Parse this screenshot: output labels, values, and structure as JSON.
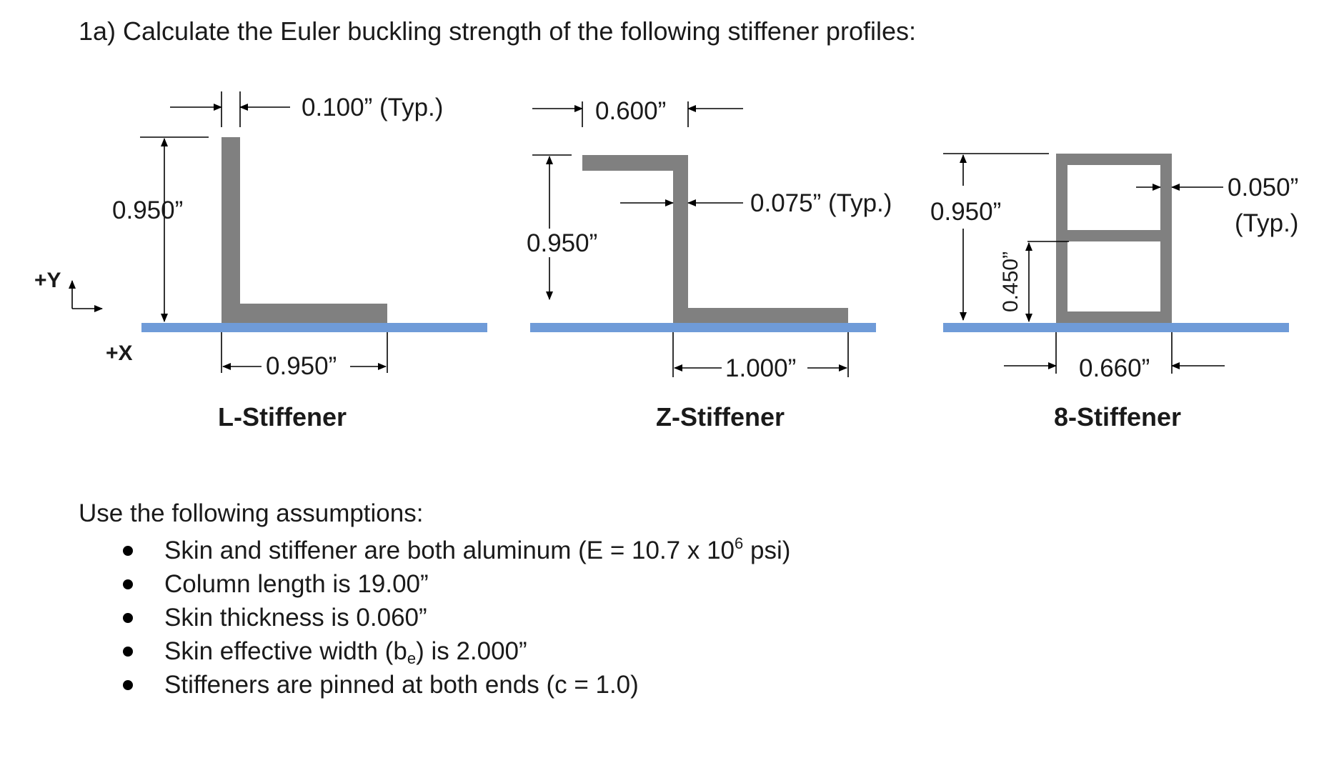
{
  "title": "1a) Calculate the Euler buckling strength of the following stiffener profiles:",
  "colors": {
    "profile": "#808080",
    "skin": "#6f9bd8",
    "text": "#1a1a1a"
  },
  "axes": {
    "y_label": "+Y",
    "x_label": "+X"
  },
  "l_stiffener": {
    "name": "L-Stiffener",
    "thickness_dim": "0.100” (Typ.)",
    "height_dim": "0.950”",
    "width_dim": "0.950”"
  },
  "z_stiffener": {
    "name": "Z-Stiffener",
    "top_flange_dim": "0.600”",
    "thickness_dim": "0.075” (Typ.)",
    "height_dim": "0.950”",
    "bottom_flange_dim": "1.000”"
  },
  "eight_stiffener": {
    "name": "8-Stiffener",
    "height_dim": "0.950”",
    "mid_height_dim": "0.450”",
    "thickness_dim_line1": "0.050”",
    "thickness_dim_line2": "(Typ.)",
    "width_dim": "0.660”"
  },
  "assumptions": {
    "heading": "Use the following assumptions:",
    "items": [
      {
        "pre": "Skin and stiffener are both aluminum (E = 10.7 x 10",
        "sup": "6",
        "post": " psi)"
      },
      {
        "text": "Column length is 19.00”"
      },
      {
        "text": "Skin thickness is 0.060”"
      },
      {
        "pre": "Skin effective width (b",
        "sub": "e",
        "post": ") is 2.000”"
      },
      {
        "text": "Stiffeners are pinned at both ends (c = 1.0)"
      }
    ]
  }
}
